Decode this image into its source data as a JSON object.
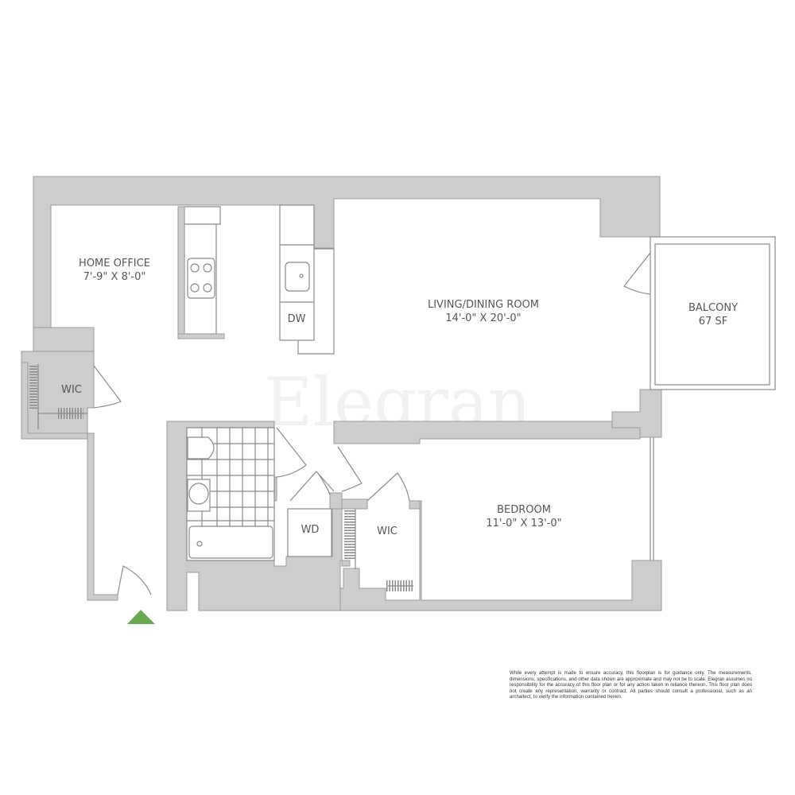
{
  "watermark": "Elegran",
  "rooms": {
    "home_office": {
      "name": "HOME OFFICE",
      "size": "7'-9\" X 8'-0\""
    },
    "living_dining": {
      "name": "LIVING/DINING ROOM",
      "size": "14'-0\" X 20'-0\""
    },
    "balcony": {
      "name": "BALCONY",
      "size": "67 SF"
    },
    "bedroom": {
      "name": "BEDROOM",
      "size": "11'-0\" X 13'-0\""
    },
    "wic_entry": {
      "name": "WIC"
    },
    "wic_bedroom": {
      "name": "WIC"
    },
    "washer_dryer": {
      "name": "WD"
    },
    "dishwasher": {
      "name": "DW"
    }
  },
  "entry_marker_color": "#6aa84f",
  "wall_color": "#cdcdcd",
  "disclaimer": "While every attempt is made to ensure accuracy, this floorplan is for guidance only. The measurements, dimensions, specifications, and other data shown are approximate and may not be to scale. Elegran assumes no responsibility for the accuracy of this floor plan or for any action taken in reliance thereon. This floor plan does not create any representation, warranty or contract. All parties should consult a professional, such as an archaitect, to verify the information contained herein."
}
